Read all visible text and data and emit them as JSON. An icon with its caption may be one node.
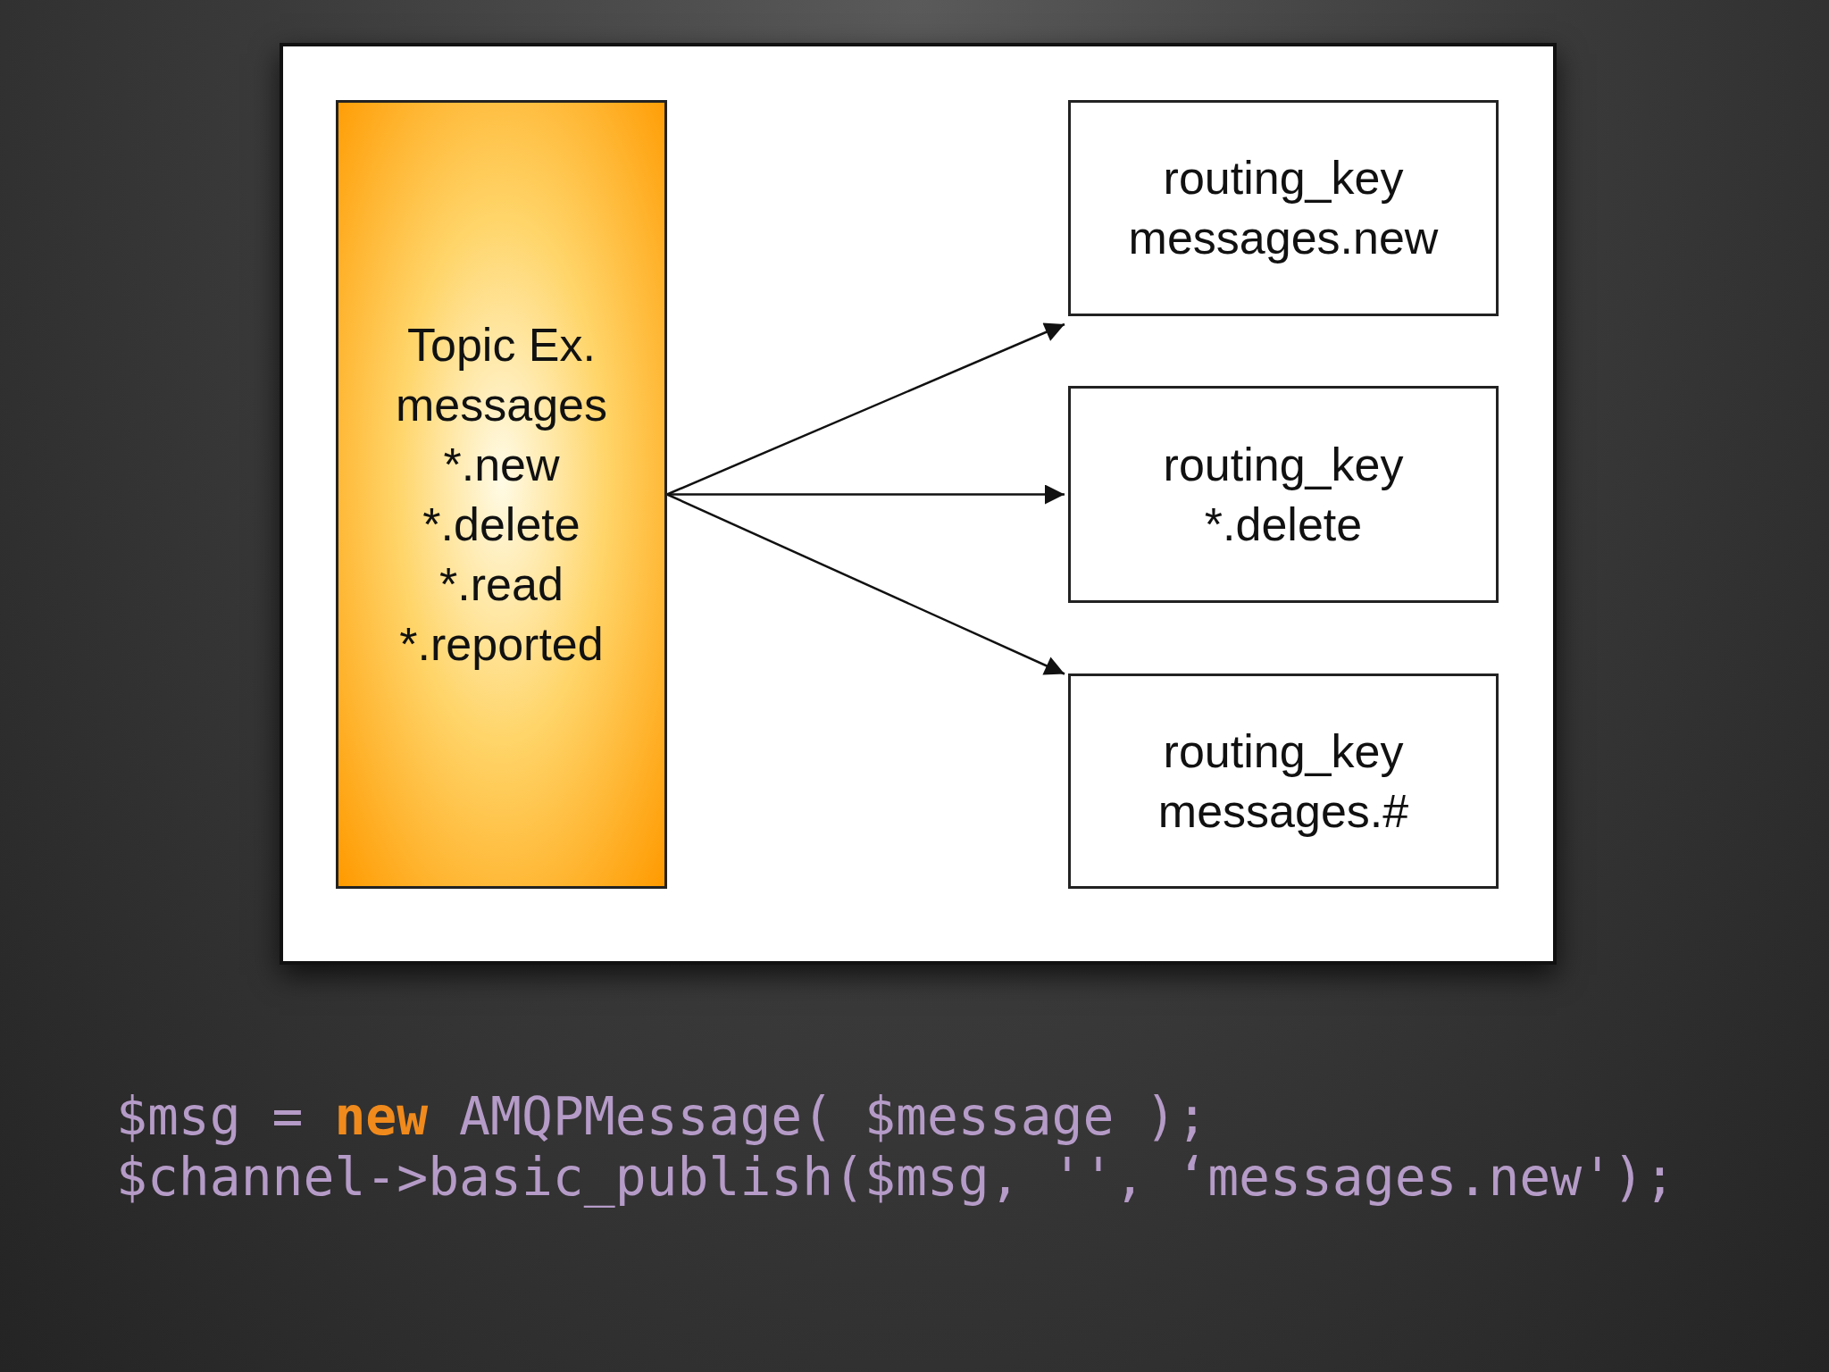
{
  "diagram": {
    "nodes": [
      {
        "text": [
          "Topic Ex.",
          "messages",
          "*.new",
          "*.delete",
          "*.read",
          "*.reported"
        ]
      },
      {
        "text": [
          "routing_key",
          "messages.new"
        ]
      },
      {
        "text": [
          "routing_key",
          "*.delete"
        ]
      },
      {
        "text": [
          "routing_key",
          "messages.#"
        ]
      }
    ],
    "edges": [
      {
        "from": 0,
        "to": 1,
        "arrow": "to"
      },
      {
        "from": 0,
        "to": 2,
        "arrow": "to"
      },
      {
        "from": 0,
        "to": 3,
        "arrow": "to"
      }
    ],
    "labels": [
      "$msg = **new** AMQPMessage( $message );",
      "$channel->basic_publish($msg, '', ‘messages.new');"
    ]
  }
}
